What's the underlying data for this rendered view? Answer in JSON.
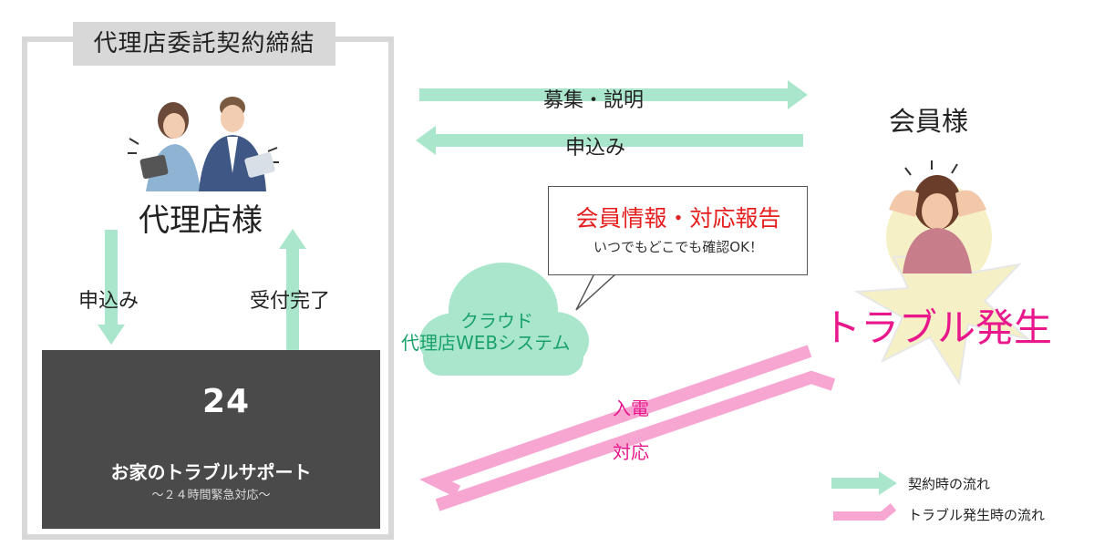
{
  "agency_frame": {
    "title": "代理店委託契約締結"
  },
  "agency": {
    "name": "代理店様",
    "arrow_down_label": "申込み",
    "arrow_up_label": "受付完了"
  },
  "service": {
    "badge": "24",
    "name": "お家のトラブルサポート",
    "subtitle": "～２４時間緊急対応～"
  },
  "flows": {
    "recruit_label": "募集・説明",
    "apply_label": "申込み",
    "call_label": "入電",
    "response_label": "対応"
  },
  "member": {
    "title": "会員様"
  },
  "cloud": {
    "line1": "クラウド",
    "line2": "代理店WEBシステム"
  },
  "bubble": {
    "title": "会員情報・対応報告",
    "subtitle": "いつでもどこでも確認OK！"
  },
  "trouble": {
    "title": "トラブル発生"
  },
  "legend": {
    "contract_flow": "契約時の流れ",
    "trouble_flow": "トラブル発生時の流れ"
  },
  "colors": {
    "green_arrow": "#a9e6cb",
    "pink_arrow": "#f7a6d2",
    "accent_red": "#e51e1e",
    "accent_pink": "#e8188c",
    "cloud_text": "#1aa26a",
    "support_bg": "#4a4a4a",
    "badge_green": "#1fb34a"
  },
  "icons": {
    "agency": "business-people-illustration",
    "cloud": "cloud-shape",
    "trouble": "stressed-woman-illustration",
    "clock": "clock-24-icon"
  }
}
